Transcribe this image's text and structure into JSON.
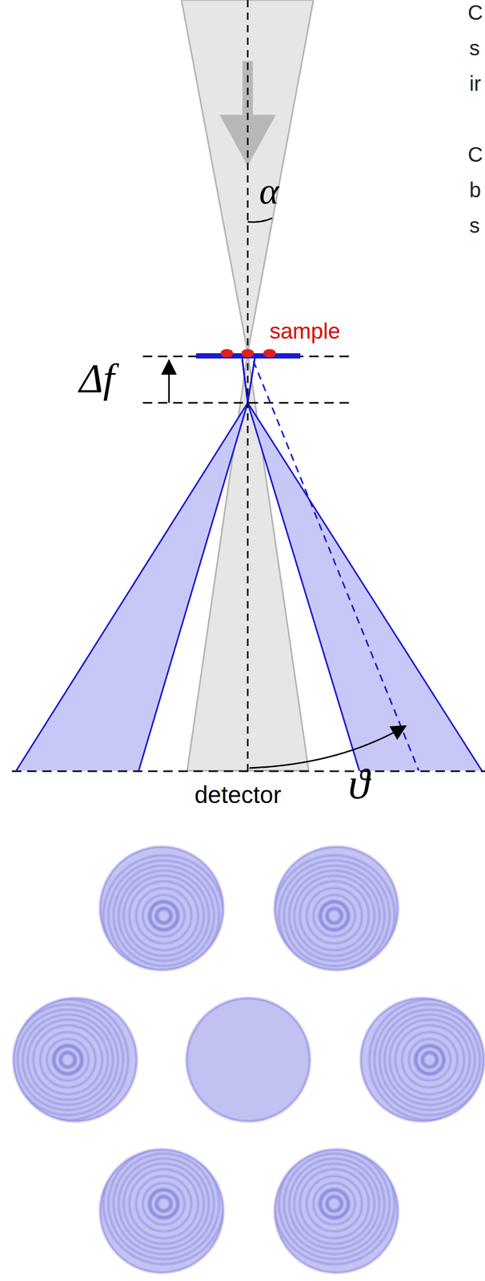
{
  "diagram": {
    "labels": [
      "C",
      "s",
      "ir",
      "C",
      "b",
      "s",
      "α",
      "sample",
      "Δf",
      "detector",
      "ϑ"
    ]
  }
}
